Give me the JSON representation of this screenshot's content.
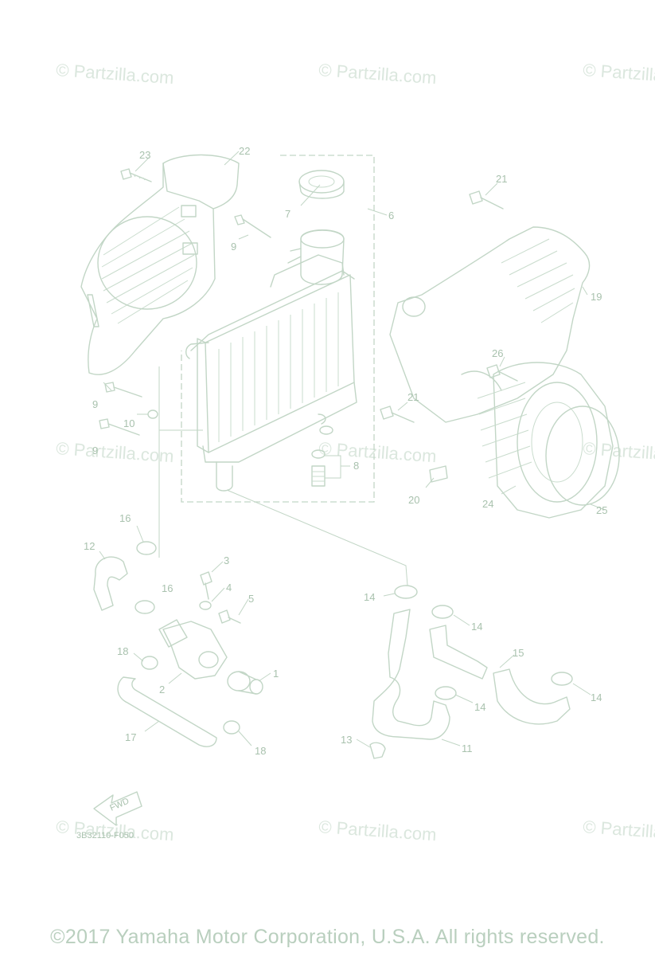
{
  "watermark": "© Partzilla.com",
  "diagram_code": "3B32110-F050",
  "fwd_label": "FWD",
  "copyright": "©2017 Yamaha Motor Corporation, U.S.A. All rights reserved.",
  "callouts": {
    "c1": "1",
    "c2": "2",
    "c3": "3",
    "c4": "4",
    "c5": "5",
    "c6": "6",
    "c7": "7",
    "c8": "8",
    "c9a": "9",
    "c9b": "9",
    "c9c": "9",
    "c10": "10",
    "c11": "11",
    "c12": "12",
    "c13": "13",
    "c14a": "14",
    "c14b": "14",
    "c14c": "14",
    "c14d": "14",
    "c15": "15",
    "c16a": "16",
    "c16b": "16",
    "c17": "17",
    "c18a": "18",
    "c18b": "18",
    "c19": "19",
    "c20": "20",
    "c21a": "21",
    "c21b": "21",
    "c22": "22",
    "c23": "23",
    "c24": "24",
    "c25": "25",
    "c26": "26"
  },
  "colors": {
    "line": "#c2d6c6",
    "text": "#a9c2ae",
    "watermark": "#dbe7de"
  }
}
